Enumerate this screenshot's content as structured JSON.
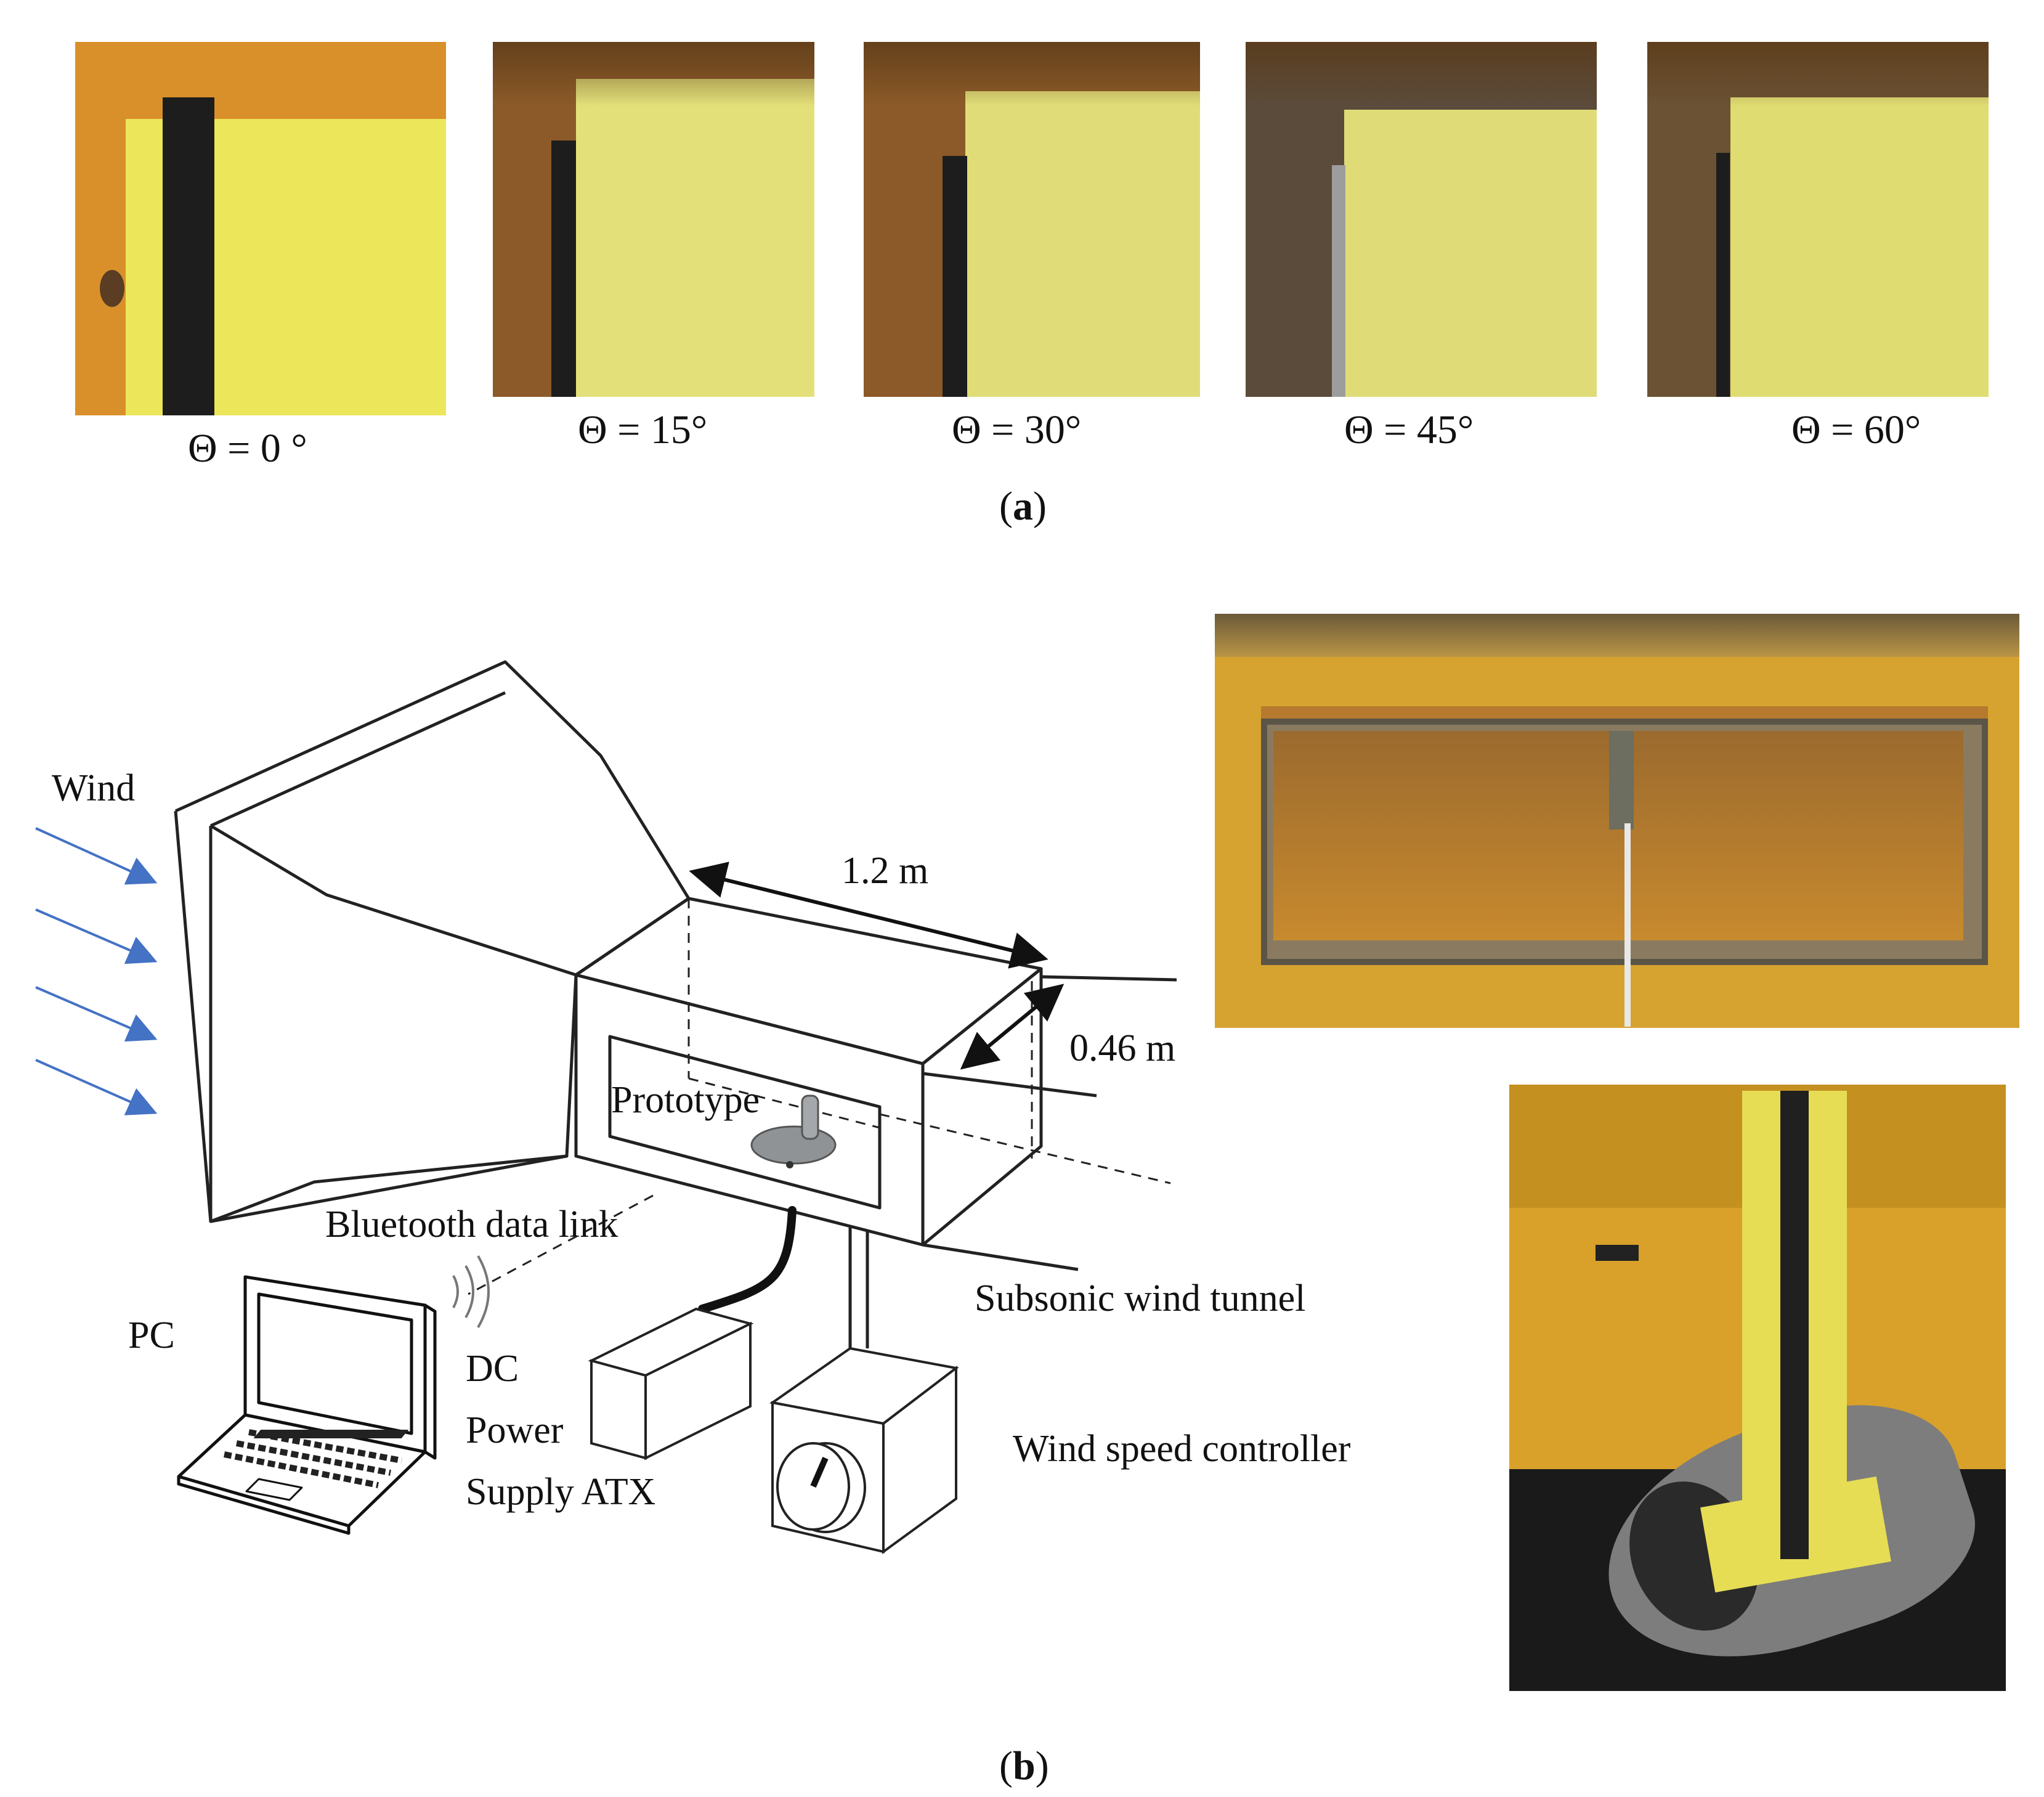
{
  "part_a": {
    "photos": [
      {
        "label": "Θ = 0 °"
      },
      {
        "label": "Θ = 15°"
      },
      {
        "label": "Θ = 30°"
      },
      {
        "label": "Θ = 45°"
      },
      {
        "label": "Θ = 60°"
      }
    ],
    "caption_open": "(",
    "caption_letter": "a",
    "caption_close": ")"
  },
  "part_b": {
    "labels": {
      "wind": "Wind",
      "length": "1.2 m",
      "width": "0.46 m",
      "prototype": "Prototype",
      "bluetooth": "Bluetooth data link",
      "pc": "PC",
      "dc": "DC",
      "power": "Power",
      "supply": "Supply ATX",
      "tunnel": "Subsonic wind tunnel",
      "controller": "Wind speed controller"
    },
    "caption_open": "(",
    "caption_letter": "b",
    "caption_close": ")"
  },
  "colors": {
    "foil_yellow": "#ece65a",
    "tunnel_orange": "#d99a2c",
    "wind_arrow": "#4472c4",
    "line": "#222222"
  }
}
